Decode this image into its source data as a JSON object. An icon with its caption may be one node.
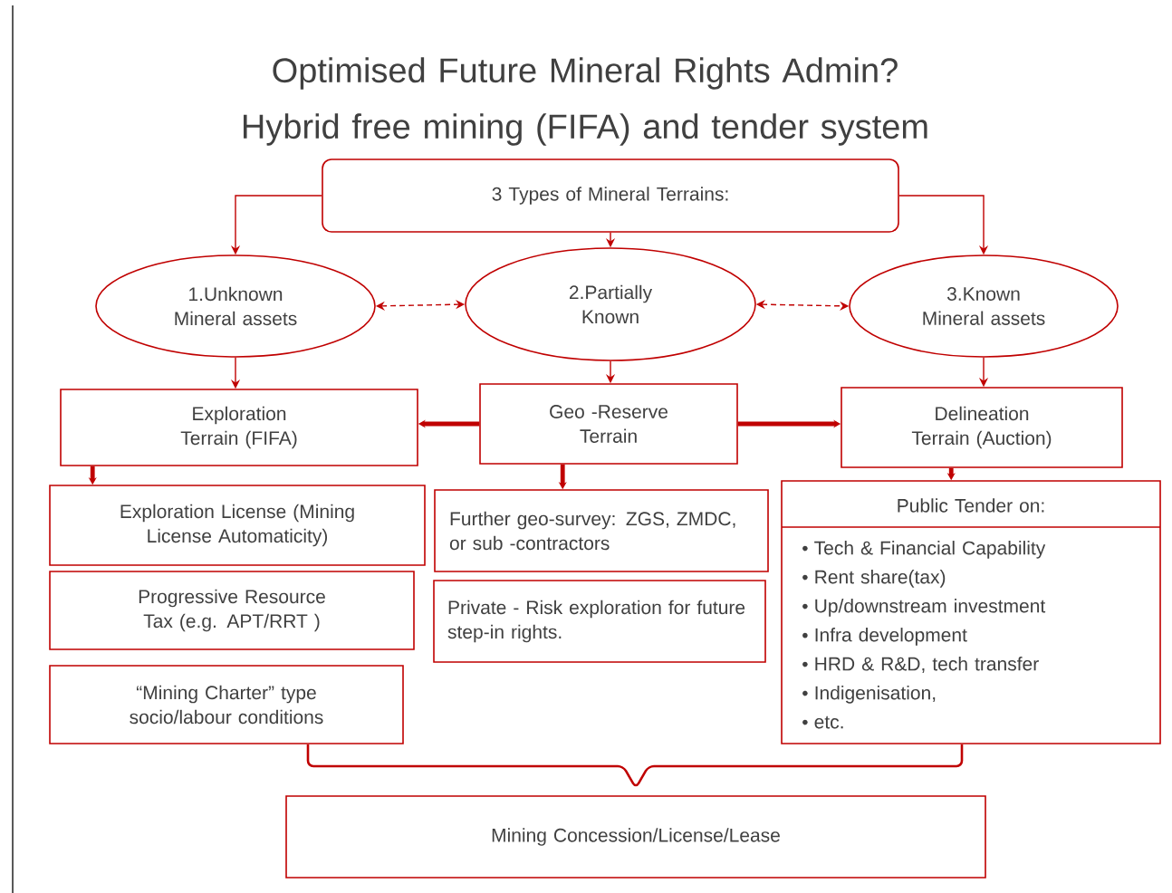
{
  "diagram": {
    "title": "Optimised Future Mineral Rights Admin? Hybrid free mining (FIFA) and tender system",
    "nodes": [
      {
        "text": [
          "3 Types of Mineral Terrains:"
        ]
      },
      {
        "text": [
          "1.Unknown Mineral assets"
        ]
      },
      {
        "text": [
          "2.Partially Known"
        ]
      },
      {
        "text": [
          "3.Known Mineral assets"
        ]
      },
      {
        "text": [
          "Exploration Terrain (FIFA)"
        ]
      },
      {
        "text": [
          "Geo -Reserve Terrain"
        ]
      },
      {
        "text": [
          "Delineation Terrain (Auction)"
        ]
      },
      {
        "text": [
          "Exploration License (Mining License Automaticity)"
        ]
      },
      {
        "text": [
          "Further geo-survey: ZGS, ZMDC, or sub -contractors"
        ]
      },
      {
        "text": [
          "Public Tender on:",
          "Tech & Financial Capability",
          "Rent share(tax)",
          "Up/downstream investment",
          "Infra development",
          "HRD & R&D, tech transfer",
          "Indigenisation,",
          "etc."
        ]
      },
      {
        "text": [
          "Progressive Resource Tax (e.g. APT/RRT )"
        ]
      },
      {
        "text": [
          "Private - Risk exploration for future step-in rights."
        ]
      },
      {
        "text": [
          "“Mining Charter” type socio/labour conditions"
        ]
      },
      {
        "text": [
          "Mining Concession/License/Lease"
        ]
      }
    ],
    "edges": [
      {
        "from": 0,
        "to": 1,
        "arrow": "to"
      },
      {
        "from": 0,
        "to": 2,
        "arrow": "to"
      },
      {
        "from": 0,
        "to": 3,
        "arrow": "to"
      },
      {
        "from": 1,
        "to": 2,
        "arrow": "both",
        "style": "dashed"
      },
      {
        "from": 2,
        "to": 3,
        "arrow": "both",
        "style": "dashed"
      },
      {
        "from": 1,
        "to": 4,
        "arrow": "to"
      },
      {
        "from": 2,
        "to": 5,
        "arrow": "to"
      },
      {
        "from": 3,
        "to": 6,
        "arrow": "to"
      },
      {
        "from": 5,
        "to": 4,
        "arrow": "to",
        "style": "thick"
      },
      {
        "from": 5,
        "to": 6,
        "arrow": "to",
        "style": "thick"
      },
      {
        "from": 4,
        "to": 7,
        "arrow": "to",
        "style": "thick"
      },
      {
        "from": 5,
        "to": 8,
        "arrow": "to",
        "style": "thick"
      },
      {
        "from": 6,
        "to": 9,
        "arrow": "to",
        "style": "thick"
      }
    ]
  }
}
